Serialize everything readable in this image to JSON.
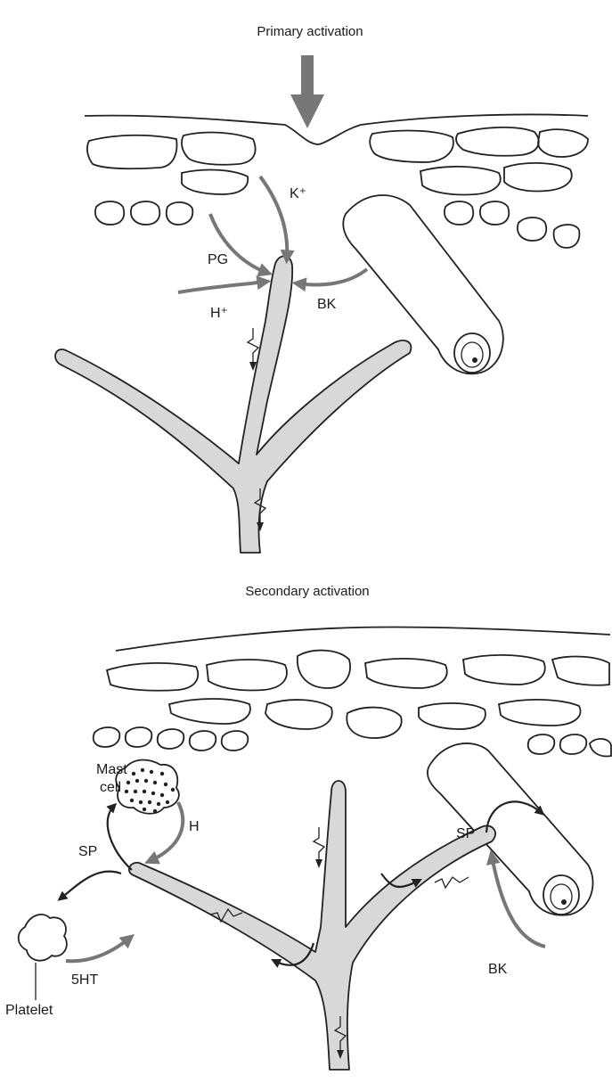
{
  "primary": {
    "title": "Primary activation",
    "labels": {
      "k": "K⁺",
      "pg": "PG",
      "h": "H⁺",
      "bk": "BK"
    }
  },
  "secondary": {
    "title": "Secondary activation",
    "labels": {
      "mast1": "Mast",
      "mast2": "cell",
      "sp_left": "SP",
      "h": "H",
      "ht": "5HT",
      "platelet": "Platelet",
      "sp_right": "SP",
      "bk": "BK"
    }
  }
}
